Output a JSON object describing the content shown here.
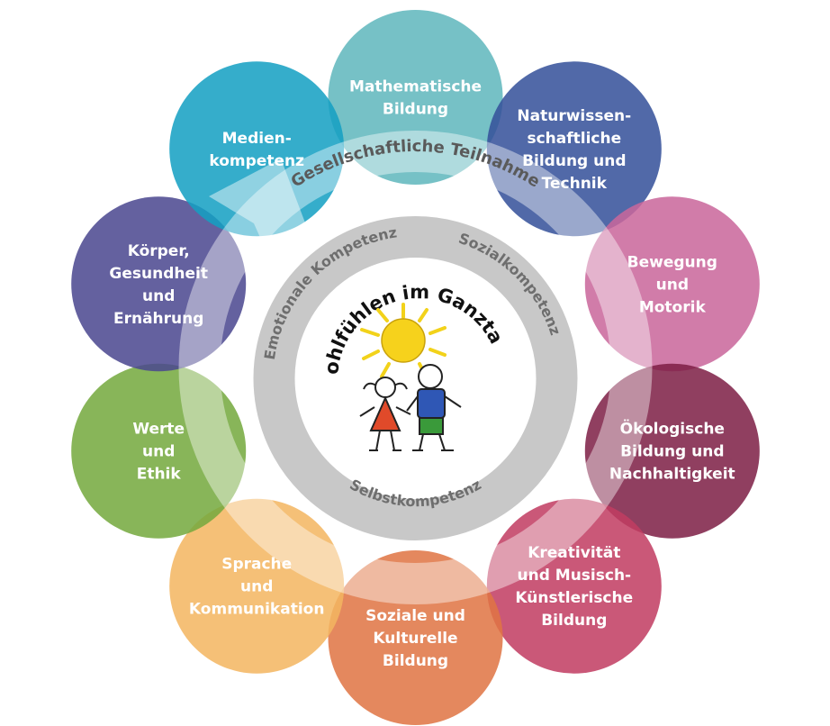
{
  "center": {
    "title": "Wohlfühlen im Ganztag"
  },
  "outer_ring": {
    "label": "Gesellschaftliche Teilnahme"
  },
  "inner_ring": {
    "top_left": "Emotionale Kompetenz",
    "top_right": "Sozialkompetenz",
    "bottom": "Selbstkompetenz"
  },
  "petals": [
    {
      "lines": [
        "Mathematische",
        "Bildung"
      ],
      "color": "#5fb7bd"
    },
    {
      "lines": [
        "Naturwissen-",
        "schaftliche",
        "Bildung und",
        "Technik"
      ],
      "color": "#34509a"
    },
    {
      "lines": [
        "Bewegung",
        "und",
        "Motorik"
      ],
      "color": "#c9679b"
    },
    {
      "lines": [
        "Ökologische",
        "Bildung und",
        "Nachhaltigkeit"
      ],
      "color": "#7e1f46"
    },
    {
      "lines": [
        "Kreativität",
        "und Musisch-",
        "Künstlerische",
        "Bildung"
      ],
      "color": "#c13d62"
    },
    {
      "lines": [
        "Soziale und",
        "Kulturelle",
        "Bildung"
      ],
      "color": "#e07444"
    },
    {
      "lines": [
        "Sprache",
        "und",
        "Kommunikation"
      ],
      "color": "#f3b661"
    },
    {
      "lines": [
        "Werte",
        "und",
        "Ethik"
      ],
      "color": "#75a93e"
    },
    {
      "lines": [
        "Körper,",
        "Gesundheit",
        "und",
        "Ernährung"
      ],
      "color": "#4b478f"
    },
    {
      "lines": [
        "Medien-",
        "kompetenz"
      ],
      "color": "#149fc3"
    }
  ]
}
